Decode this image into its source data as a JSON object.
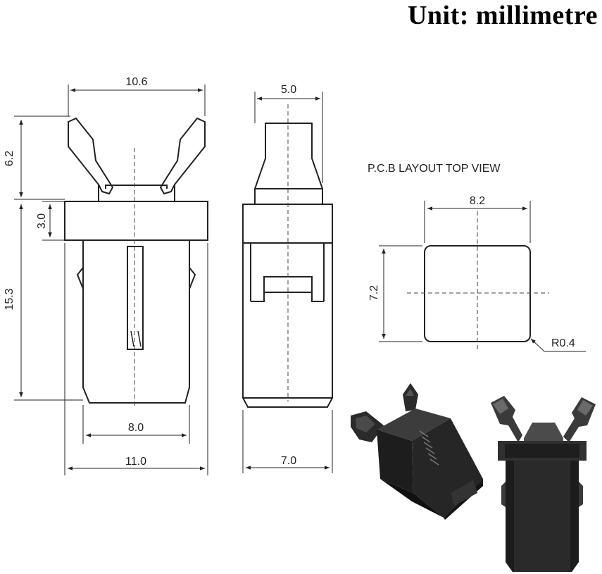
{
  "title": "Unit: millimetre",
  "front_view": {
    "dim_top_width": "10.6",
    "dim_clip_height": "6.2",
    "dim_flange_height": "3.0",
    "dim_body_height": "15.3",
    "dim_bottom_inner": "8.0",
    "dim_bottom_outer": "11.0"
  },
  "side_view": {
    "dim_top_width": "5.0",
    "dim_bottom_width": "7.0"
  },
  "pcb_layout": {
    "heading": "P.C.B LAYOUT   TOP VIEW",
    "dim_width": "8.2",
    "dim_height": "7.2",
    "dim_radius": "R0.4"
  },
  "colors": {
    "line": "#222222",
    "product_dark": "#1c1c1c",
    "product_grey": "#3a3a3a"
  }
}
